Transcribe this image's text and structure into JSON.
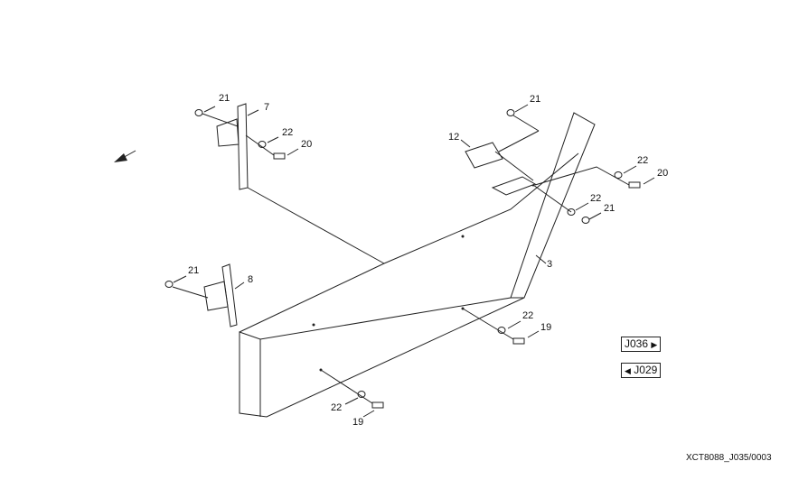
{
  "callouts": {
    "c1": "21",
    "c2": "7",
    "c3": "22",
    "c4": "20",
    "c5": "21",
    "c6": "12",
    "c7": "22",
    "c8": "20",
    "c9": "22",
    "c10": "21",
    "c11": "3",
    "c12": "21",
    "c13": "8",
    "c14": "22",
    "c15": "19",
    "c16": "22",
    "c17": "19"
  },
  "nav": {
    "next_ref": "J036",
    "prev_ref": "J029",
    "next_icon": "triangle-right-icon",
    "prev_icon": "triangle-left-icon"
  },
  "figure_id": "XCT8088_J035/0003"
}
